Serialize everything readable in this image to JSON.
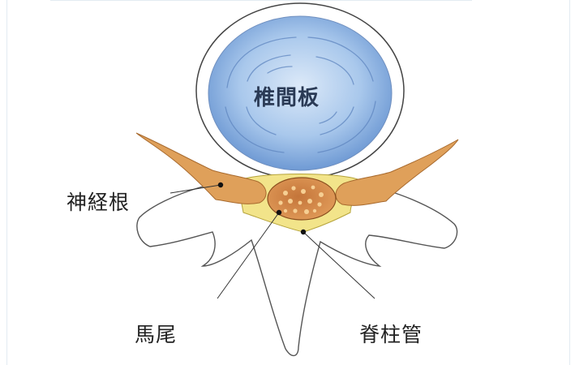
{
  "labels": {
    "disc": "椎間板",
    "nerve_root": "神経根",
    "cauda_equina": "馬尾",
    "spinal_canal": "脊柱管"
  },
  "colors": {
    "disc_fill": "#8fb6e3",
    "disc_ring": "#ffffff",
    "bone": "#ffffff",
    "bone_outline": "#555555",
    "nerve": "#d99a55",
    "canal_fat": "#f2e48a",
    "dura": "#d9883a",
    "nerve_fibers": "#f6cf93"
  }
}
